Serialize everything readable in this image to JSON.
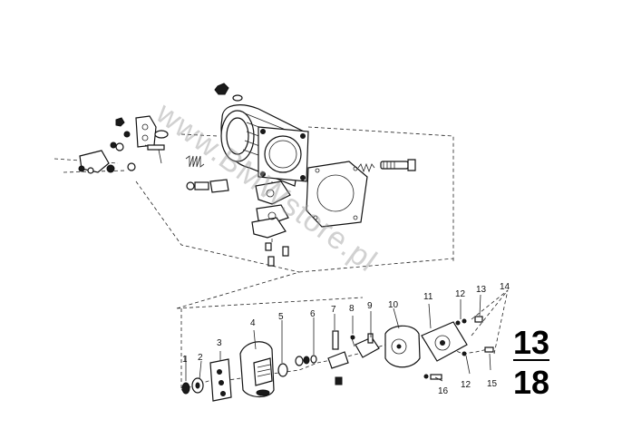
{
  "watermark": "www.BMWstore.pl",
  "group_label": {
    "top": "13",
    "bottom": "18"
  },
  "callouts": [
    "1",
    "2",
    "3",
    "4",
    "5",
    "6",
    "7",
    "8",
    "9",
    "10",
    "11",
    "12",
    "13",
    "14",
    "12",
    "15",
    "16"
  ],
  "colors": {
    "ink": "#111111",
    "paper": "#ffffff",
    "watermark": "#9a9a9a"
  }
}
